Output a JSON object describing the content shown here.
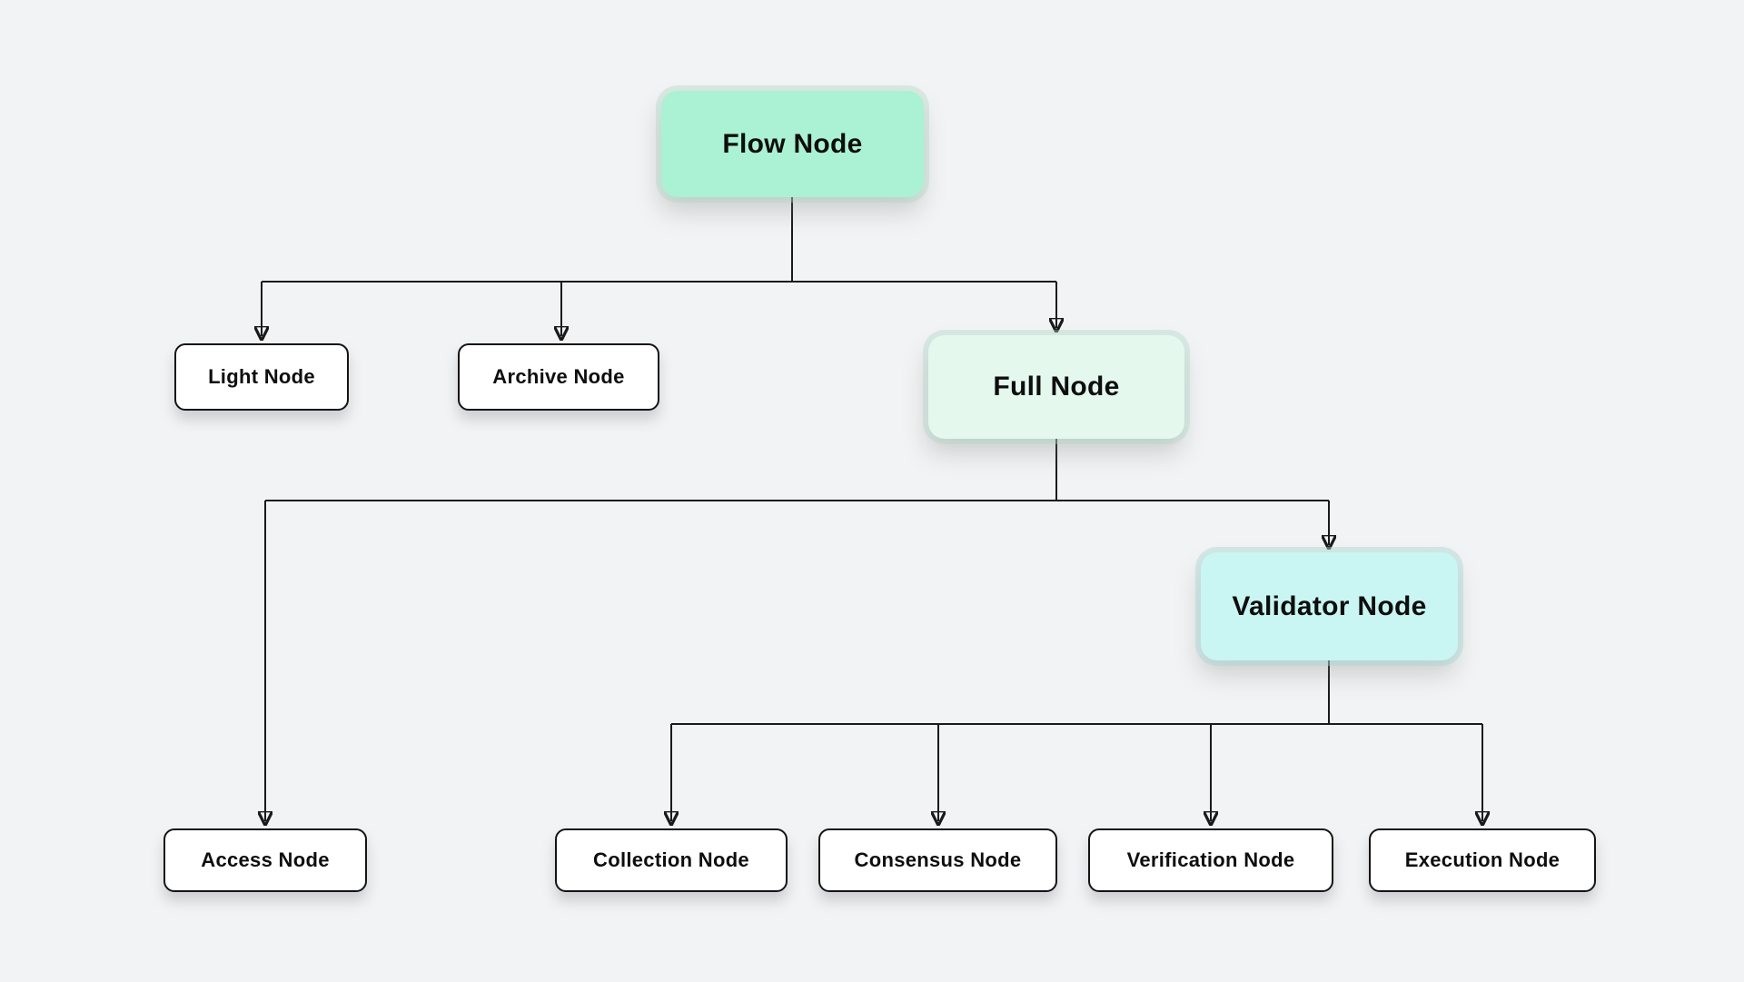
{
  "diagram": {
    "background_color": "#f2f3f4",
    "line_color": "#1a1a1a",
    "text_color": "#0e0e0e",
    "nodes": [
      {
        "id": "flow",
        "label": "Flow Node",
        "fill": "#aaf2d3"
      },
      {
        "id": "light",
        "label": "Light Node",
        "fill": "#ffffff"
      },
      {
        "id": "archive",
        "label": "Archive Node",
        "fill": "#ffffff"
      },
      {
        "id": "full",
        "label": "Full Node",
        "fill": "#e4f8ee"
      },
      {
        "id": "access",
        "label": "Access Node",
        "fill": "#ffffff"
      },
      {
        "id": "validator",
        "label": "Validator Node",
        "fill": "#c9f5f2"
      },
      {
        "id": "collection",
        "label": "Collection Node",
        "fill": "#ffffff"
      },
      {
        "id": "consensus",
        "label": "Consensus Node",
        "fill": "#ffffff"
      },
      {
        "id": "verification",
        "label": "Verification Node",
        "fill": "#ffffff"
      },
      {
        "id": "execution",
        "label": "Execution Node",
        "fill": "#ffffff"
      }
    ],
    "edges": [
      {
        "from": "flow",
        "to": "light"
      },
      {
        "from": "flow",
        "to": "archive"
      },
      {
        "from": "flow",
        "to": "full"
      },
      {
        "from": "full",
        "to": "access"
      },
      {
        "from": "full",
        "to": "validator"
      },
      {
        "from": "validator",
        "to": "collection"
      },
      {
        "from": "validator",
        "to": "consensus"
      },
      {
        "from": "validator",
        "to": "verification"
      },
      {
        "from": "validator",
        "to": "execution"
      }
    ]
  }
}
